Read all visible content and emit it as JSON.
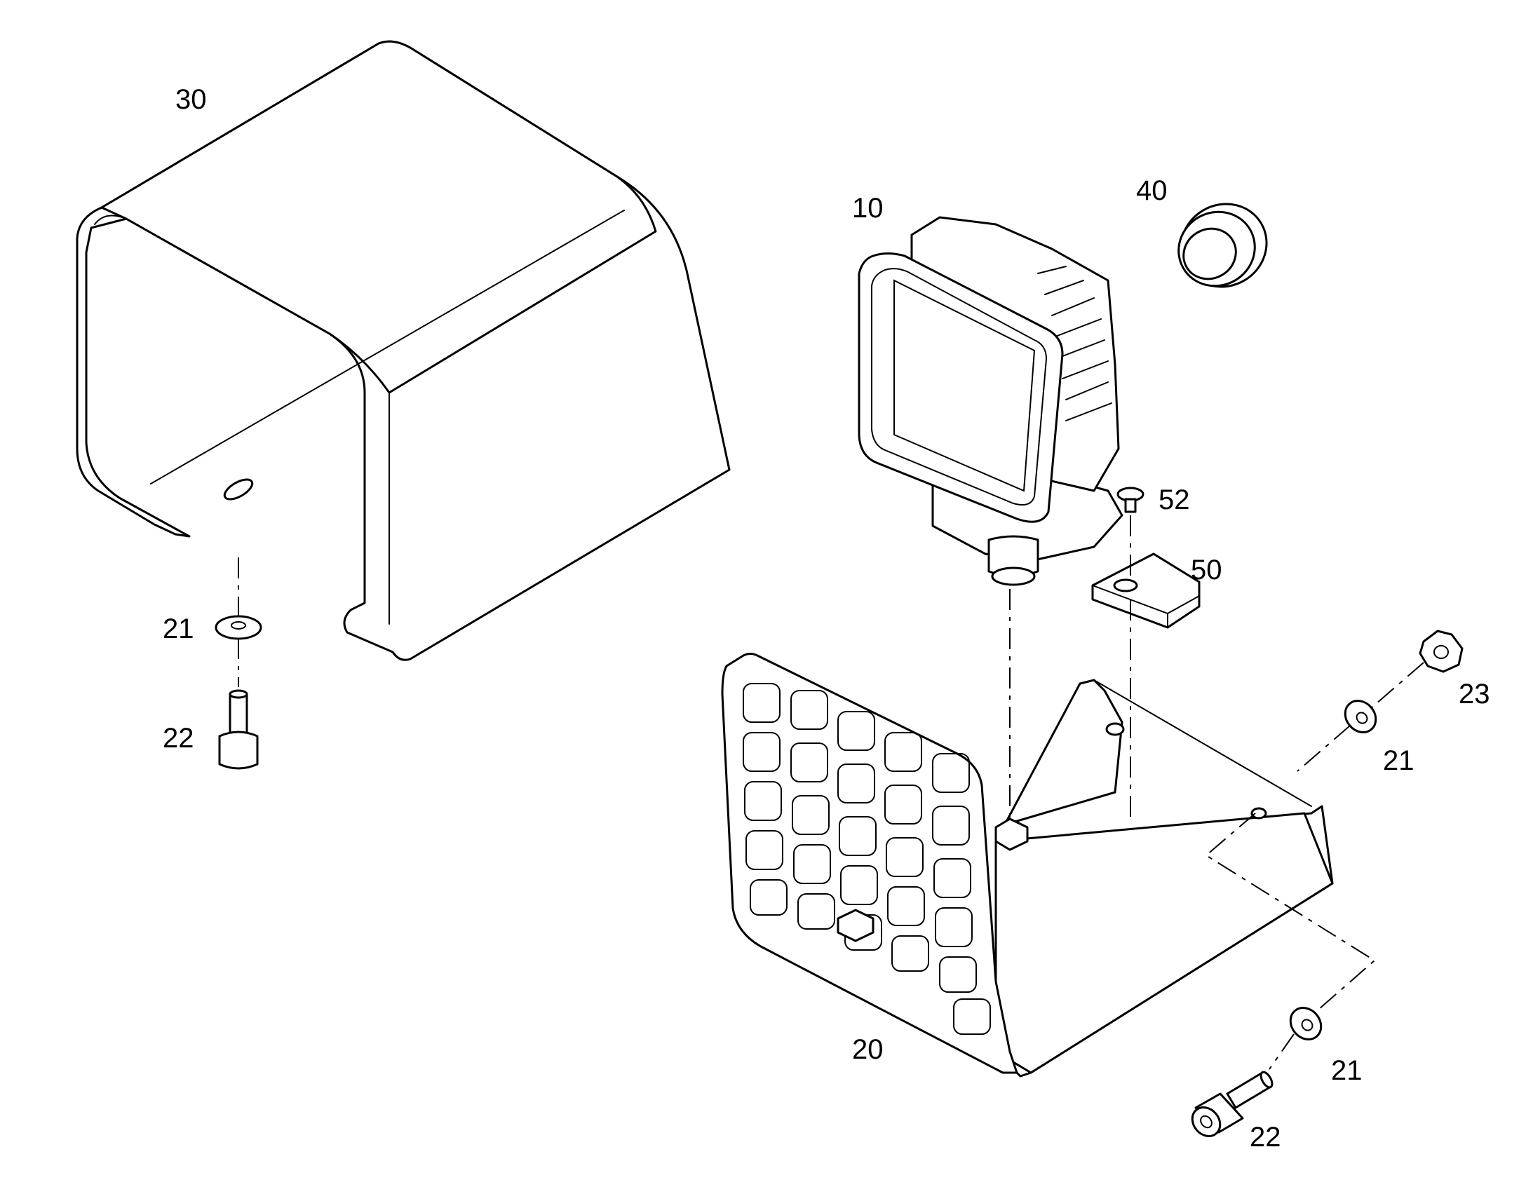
{
  "diagram": {
    "type": "exploded-parts-view",
    "callouts": {
      "c10": "10",
      "c20": "20",
      "c21a": "21",
      "c21b": "21",
      "c21c": "21",
      "c22a": "22",
      "c22b": "22",
      "c23": "23",
      "c30": "30",
      "c40": "40",
      "c50": "50",
      "c52": "52"
    }
  }
}
